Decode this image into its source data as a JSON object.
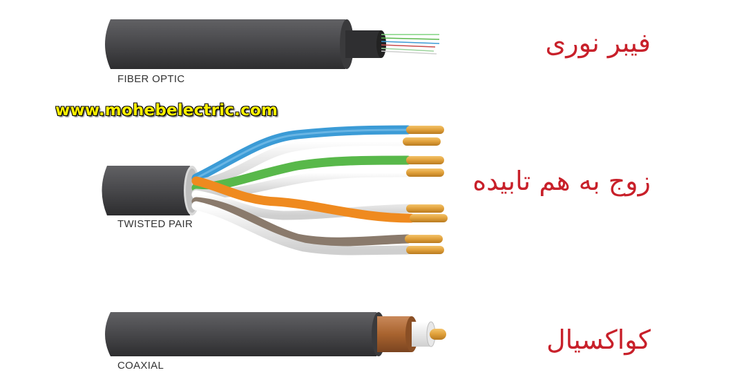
{
  "watermark": "www.mohebelectric.com",
  "cables": [
    {
      "label_en": "FIBER OPTIC",
      "label_fa": "فیبر نوری"
    },
    {
      "label_en": "TWISTED PAIR",
      "label_fa": "زوج به هم تابیده"
    },
    {
      "label_en": "COAXIAL",
      "label_fa": "کواکسیال"
    }
  ],
  "colors": {
    "jacket": "#4a4a4c",
    "jacket_dark": "#2c2c2e",
    "copper": "#e3a23a",
    "blue": "#3b9bd6",
    "green": "#58b84a",
    "orange": "#ef8a1f",
    "brown": "#8a7a6c",
    "coax_braid": "#b06a3a",
    "label_red": "#c8202a"
  }
}
